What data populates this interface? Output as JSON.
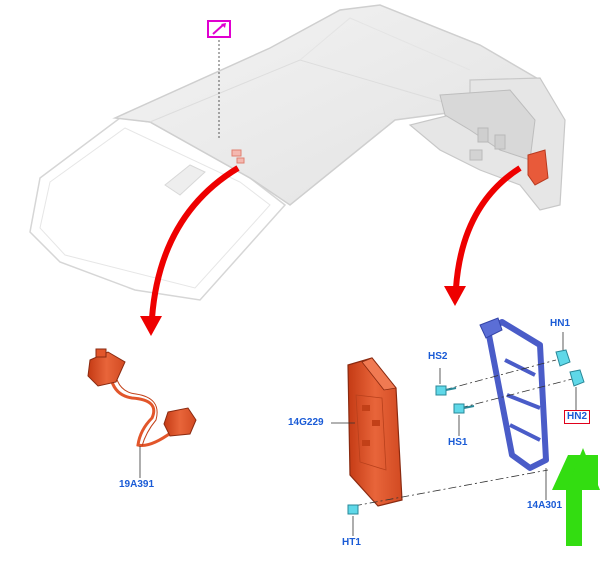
{
  "labels": {
    "hn1": "HN1",
    "hs2": "HS2",
    "hs1": "HS1",
    "hn2": "HN2",
    "p14g229": "14G229",
    "p14a301": "14A301",
    "p19a391": "19A391",
    "ht1": "HT1"
  },
  "colors": {
    "label_blue": "#1a5bd6",
    "module_orange": "#e2562b",
    "bracket_blue": "#4a5cc8",
    "fastener_cyan": "#5fd8e8",
    "arrow_red": "#ee0000",
    "arrow_green": "#33dd11",
    "highlight_box": "#e0001b",
    "icon_magenta": "#e000d0"
  },
  "icons": {
    "top_icon": "edit-pencil-icon"
  }
}
